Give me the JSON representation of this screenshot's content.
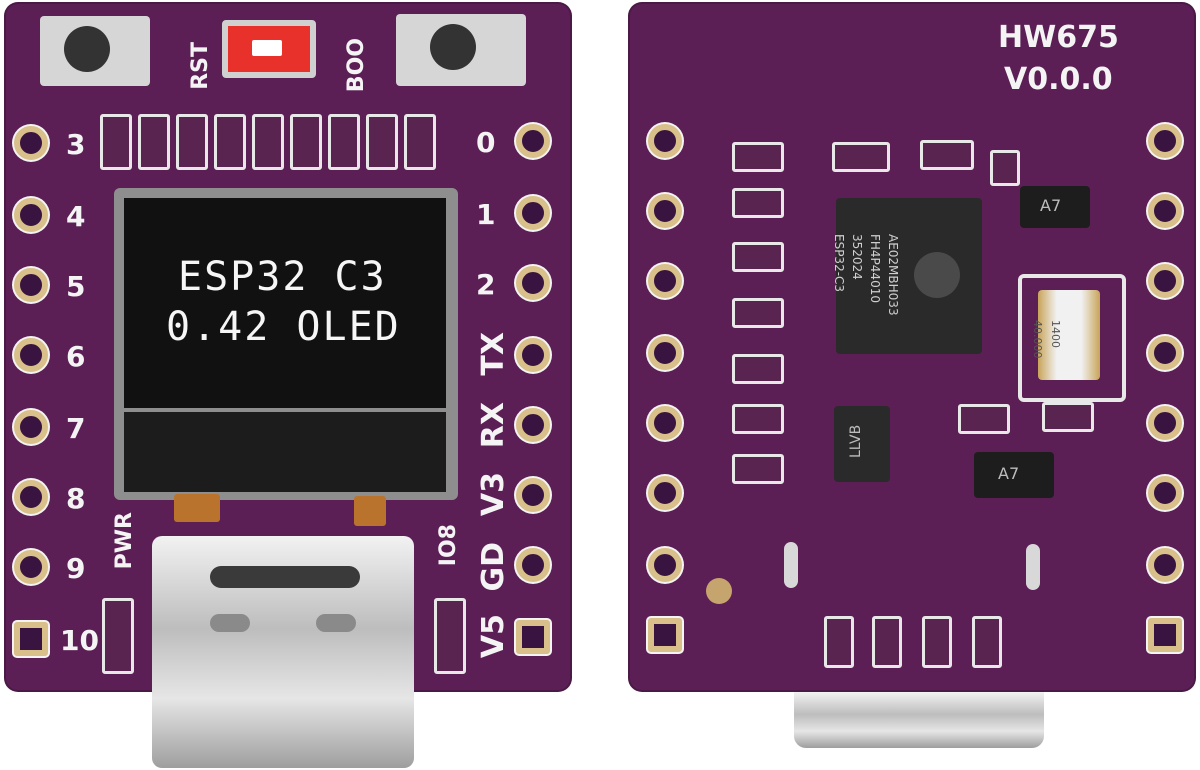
{
  "front": {
    "oled_line1": "ESP32 C3",
    "oled_line2": "0.42 OLED",
    "label_rst": "RST",
    "label_boot": "BOO",
    "label_pwr": "PWR",
    "left_pins": [
      "3",
      "4",
      "5",
      "6",
      "7",
      "8",
      "9",
      "10"
    ],
    "right_pins": [
      "0",
      "1",
      "2",
      "TX",
      "RX",
      "V3",
      "GD",
      "V5"
    ],
    "label_io8": "IO8"
  },
  "back": {
    "board_name": "HW675",
    "version": "V0.0.0",
    "chip_line1": "ESP32-C3",
    "chip_line2": "352024",
    "chip_line3": "FH4P44010",
    "chip_line4": "AE02MBH033",
    "diode_label": "A7",
    "diode_label2": "A7",
    "regulator_label": "LLVB",
    "crystal_line1": "40.000",
    "crystal_line2": "1400"
  },
  "colors": {
    "pcb": "#5b1f55",
    "pcb_dark": "#4a1846",
    "silkscreen": "#f4f4f4",
    "oled_black": "#111111",
    "switch_red": "#e8312b"
  }
}
